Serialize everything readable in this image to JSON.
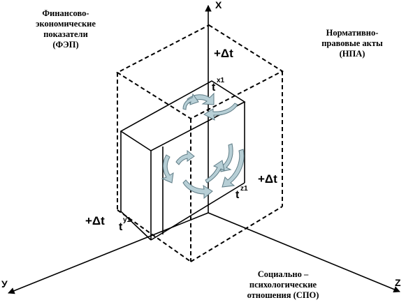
{
  "captions": {
    "fep": [
      "Финансово-",
      "экономические",
      "показатели",
      "(ФЭП)"
    ],
    "npa": [
      "Нормативно-",
      "правовые акты",
      "(НПА)"
    ],
    "spo": [
      "Социально –",
      "психологические",
      "отношения (СПО)"
    ]
  },
  "axes": {
    "x": "X",
    "y": "У",
    "z": "Z"
  },
  "increments": {
    "top": "+Δt",
    "left": "+Δt",
    "right": "+Δt"
  },
  "time_labels": {
    "tx1": {
      "base": "t",
      "sub": "x1"
    },
    "ty1": {
      "base": "t",
      "sub": "y1"
    },
    "tz1": {
      "base": "t",
      "sub": "z1"
    }
  },
  "colors": {
    "line": "#000000",
    "arrow_fill": "#b7cfd6",
    "arrow_stroke": "#5f7c86"
  }
}
